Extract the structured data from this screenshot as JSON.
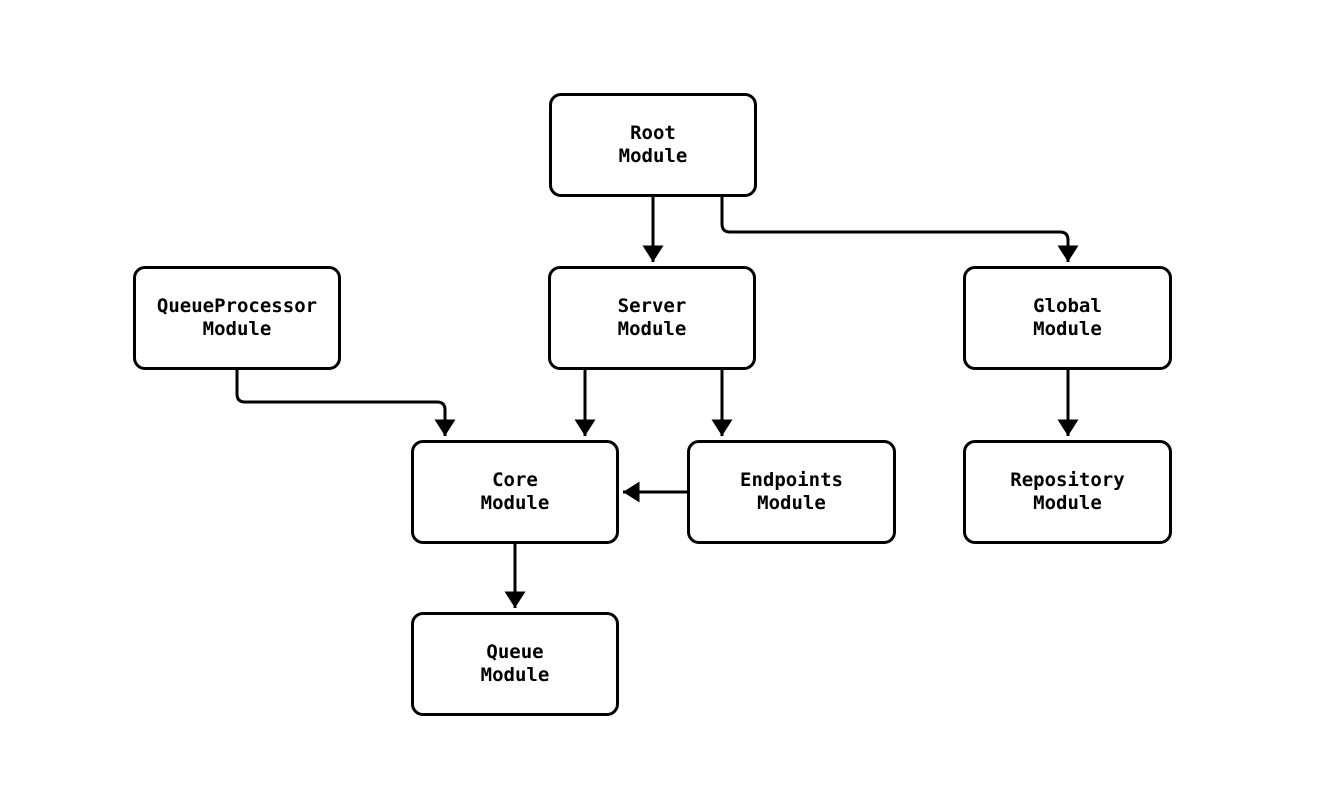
{
  "diagram": {
    "background_color": "#ffffff",
    "stroke_color": "#000000",
    "text_color": "#000000",
    "nodes": [
      {
        "id": "root-module",
        "label": "Root\nModule"
      },
      {
        "id": "queueprocessor-module",
        "label": "QueueProcessor\nModule"
      },
      {
        "id": "server-module",
        "label": "Server\nModule"
      },
      {
        "id": "global-module",
        "label": "Global\nModule"
      },
      {
        "id": "core-module",
        "label": "Core\nModule"
      },
      {
        "id": "endpoints-module",
        "label": "Endpoints\nModule"
      },
      {
        "id": "repository-module",
        "label": "Repository\nModule"
      },
      {
        "id": "queue-module",
        "label": "Queue\nModule"
      }
    ],
    "edges": [
      {
        "from": "root-module",
        "to": "server-module"
      },
      {
        "from": "root-module",
        "to": "global-module"
      },
      {
        "from": "queueprocessor-module",
        "to": "core-module"
      },
      {
        "from": "server-module",
        "to": "core-module"
      },
      {
        "from": "server-module",
        "to": "endpoints-module"
      },
      {
        "from": "endpoints-module",
        "to": "core-module"
      },
      {
        "from": "global-module",
        "to": "repository-module"
      },
      {
        "from": "core-module",
        "to": "queue-module"
      }
    ]
  }
}
